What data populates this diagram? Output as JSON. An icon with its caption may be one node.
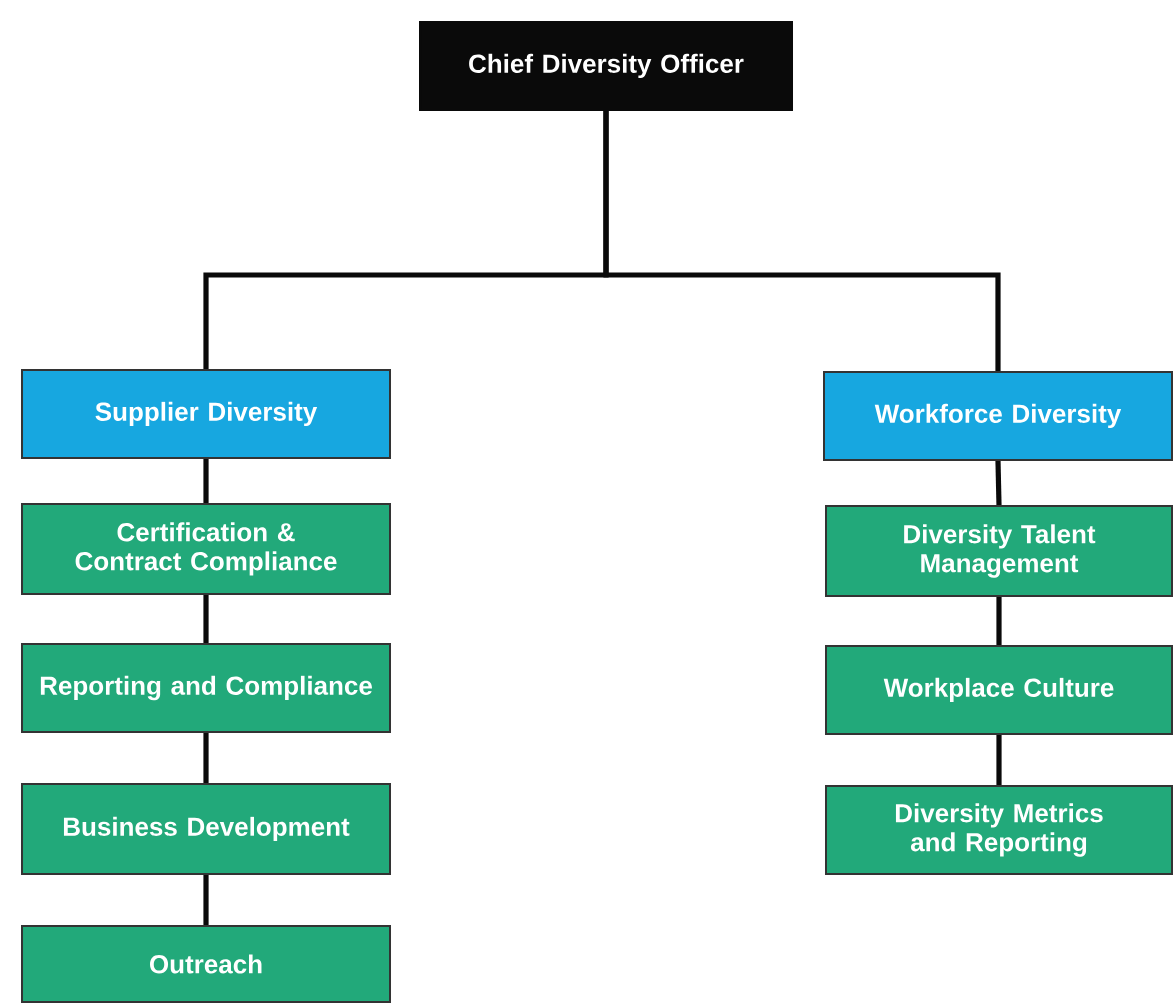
{
  "diagram": {
    "nodes": [
      {
        "text": [
          "Chief Diversity Officer"
        ]
      },
      {
        "text": [
          "Supplier Diversity"
        ]
      },
      {
        "text": [
          "Certification & Contract Compliance"
        ]
      },
      {
        "text": [
          "Reporting and Compliance"
        ]
      },
      {
        "text": [
          "Business Development"
        ]
      },
      {
        "text": [
          "Outreach"
        ]
      },
      {
        "text": [
          "Workforce Diversity"
        ]
      },
      {
        "text": [
          "Diversity Talent Management"
        ]
      },
      {
        "text": [
          "Workplace Culture"
        ]
      },
      {
        "text": [
          "Diversity Metrics and Reporting"
        ]
      }
    ],
    "edges": [
      {
        "from": 0,
        "to": 1,
        "arrow": "none"
      },
      {
        "from": 0,
        "to": 6,
        "arrow": "none"
      },
      {
        "from": 1,
        "to": 2,
        "arrow": "none"
      },
      {
        "from": 2,
        "to": 3,
        "arrow": "none"
      },
      {
        "from": 3,
        "to": 4,
        "arrow": "none"
      },
      {
        "from": 4,
        "to": 5,
        "arrow": "none"
      },
      {
        "from": 6,
        "to": 7,
        "arrow": "none"
      },
      {
        "from": 7,
        "to": 8,
        "arrow": "none"
      },
      {
        "from": 8,
        "to": 9,
        "arrow": "none"
      }
    ]
  }
}
